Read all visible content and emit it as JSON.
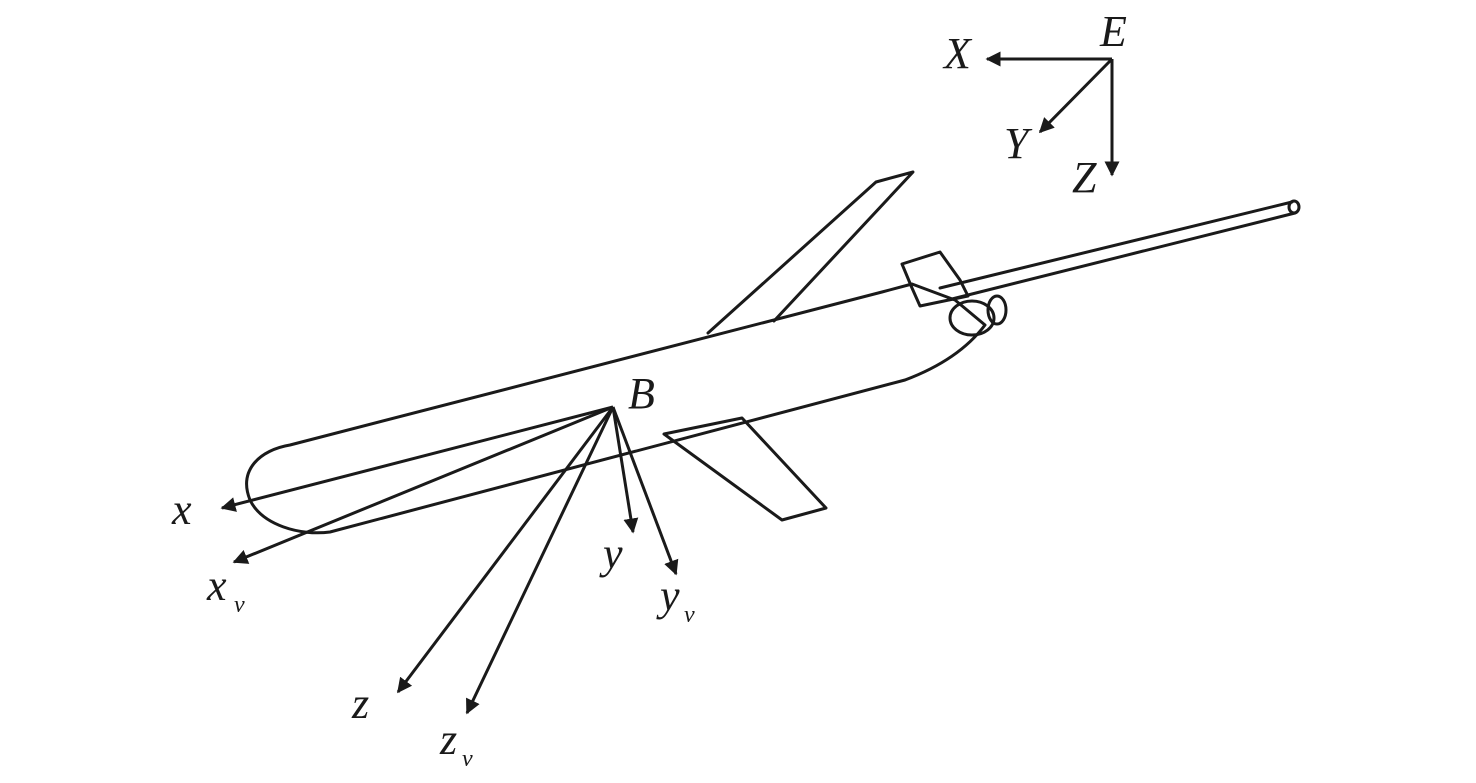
{
  "earth_frame": {
    "origin": "E",
    "axes": [
      "X",
      "Y",
      "Z"
    ]
  },
  "body_frame": {
    "origin": "B",
    "axes": [
      "x",
      "y",
      "z"
    ]
  },
  "velocity_frame": {
    "axes": [
      "x",
      "y",
      "z"
    ],
    "subscript": "v"
  }
}
